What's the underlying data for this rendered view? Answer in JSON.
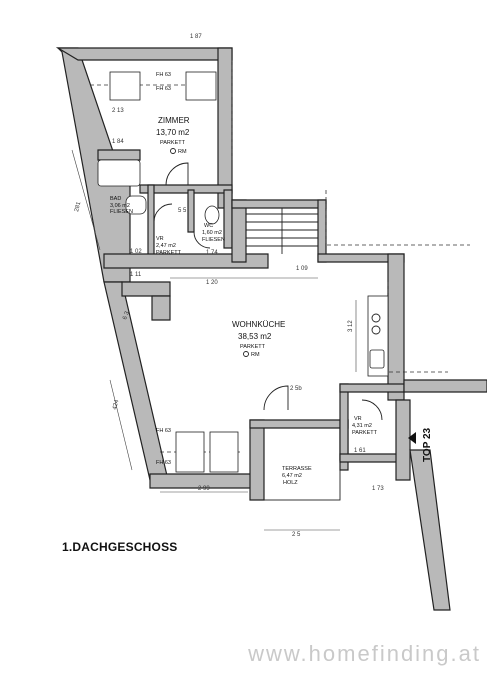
{
  "floor_title": "1.DACHGESCHOSS",
  "watermark": "www.homefinding.at",
  "unit_label": "TOP 23",
  "rooms": [
    {
      "name": "ZIMMER",
      "area": "13,70 m2",
      "floor": "PARKETT",
      "marker": "RM"
    },
    {
      "name": "BAD",
      "area": "3,06 m2",
      "floor": "FLIESEN"
    },
    {
      "name": "WC",
      "area": "1,60 m2",
      "floor": "FLIESEN"
    },
    {
      "name": "VR",
      "area": "2,47 m2",
      "floor": "PARKETT"
    },
    {
      "name": "WOHNKÜCHE",
      "area": "38,53 m2",
      "floor": "PARKETT",
      "marker": "RM"
    },
    {
      "name": "VR",
      "area": "4,31 m2",
      "floor": "PARKETT"
    },
    {
      "name": "TERRASSE",
      "area": "6,47 m2",
      "floor": "HOLZ"
    }
  ],
  "window_labels": [
    "FH 63",
    "FH 63",
    "FH 63",
    "FH 63"
  ],
  "dimensions": [
    "281",
    "424",
    "3 12",
    "2 99",
    "2 5",
    "1 20",
    "5 5",
    "1 74",
    "1 11",
    "1 02",
    "1 09",
    "2 13",
    "1 84",
    "1 61",
    "1 73",
    "1 87",
    "6 3",
    "2 5b"
  ]
}
